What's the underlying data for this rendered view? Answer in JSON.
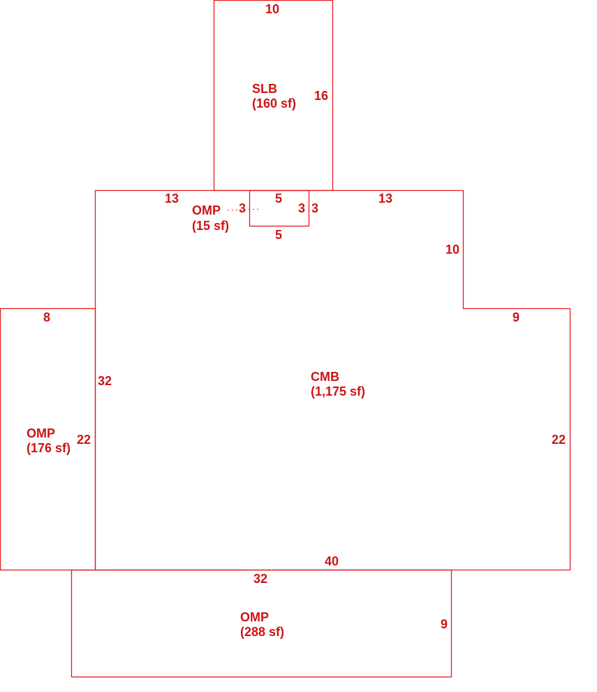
{
  "colors": {
    "line": "#e31a1c",
    "text": "#cc1414",
    "background": "#ffffff"
  },
  "areas": {
    "slb": {
      "code": "SLB",
      "area": "(160 sf)"
    },
    "omp_small": {
      "code": "OMP",
      "area": "(15 sf)"
    },
    "cmb": {
      "code": "CMB",
      "area": "(1,175 sf)"
    },
    "omp_left": {
      "code": "OMP",
      "area": "(176 sf)"
    },
    "omp_bottom": {
      "code": "OMP",
      "area": "(288 sf)"
    }
  },
  "dimensions": {
    "slb_top": "10",
    "slb_right": "16",
    "cmb_top_left": "13",
    "cmb_top_right": "13",
    "omp_small_top": "5",
    "omp_small_bottom": "5",
    "omp_small_left": "3",
    "omp_small_right_inner": "3",
    "omp_small_right_outer": "3",
    "cmb_right_upper": "10",
    "cmb_right_step": "9",
    "cmb_left": "32",
    "cmb_right_lower": "22",
    "cmb_bottom": "40",
    "omp_left_top": "8",
    "omp_left_side": "22",
    "omp_bottom_top": "32",
    "omp_bottom_right": "9"
  }
}
